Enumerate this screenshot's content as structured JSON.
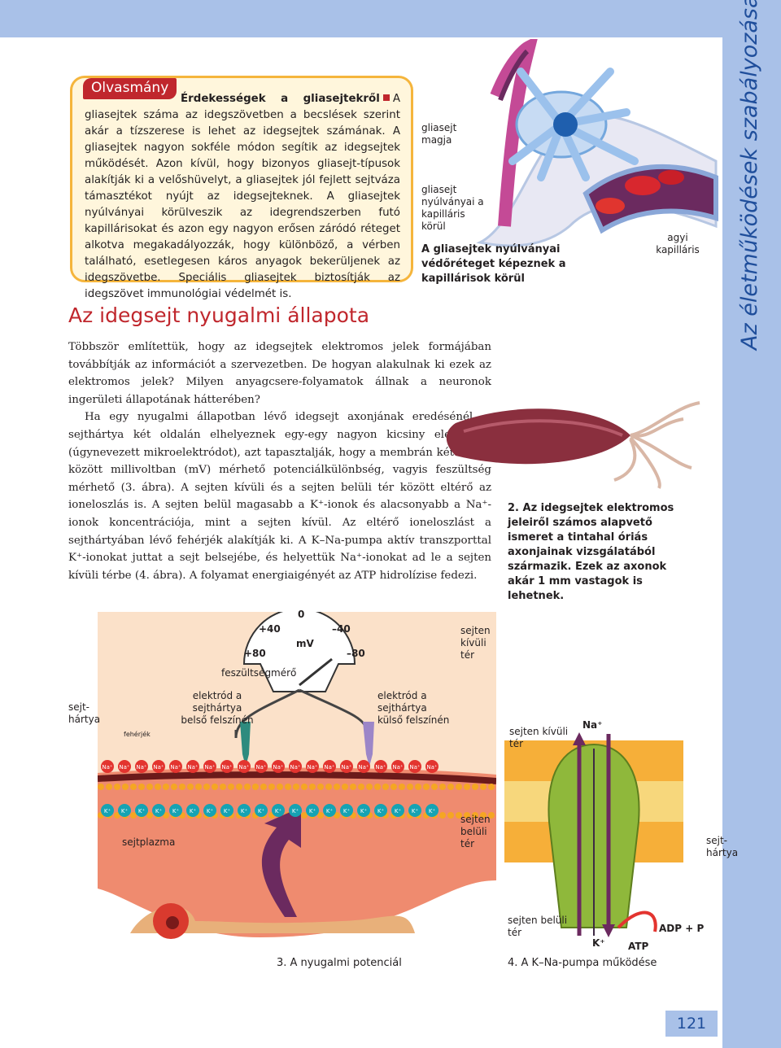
{
  "side_title": "Az életműködések szabályozása",
  "page_number": "121",
  "reading": {
    "tab": "Olvasmány",
    "title": "Érdekességek a gliasejtekről",
    "text": "A gliasejtek száma az idegszövetben a becslések szerint akár a tízszerese is lehet az idegsejtek számának. A gliasejtek nagyon sokféle módon segítik az idegsejtek működését. Azon kívül, hogy bizonyos gliasejt-típusok alakítják ki a velőshüvelyt, a gliasejtek jól fejlett sejtváza támasztékot nyújt az idegsejteknek. A gliasejtek nyúlványai körülveszik az idegrendszerben futó kapillárisokat és azon egy nagyon erősen záródó réteget alkotva megakadályozzák, hogy különböző, a vérben található, esetlegesen káros anyagok bekerüljenek az idegszövetbe. Speciális gliasejtek biztosítják az idegszövet immunológiai védelmét is."
  },
  "glia_figure": {
    "label_nucleus": "gliasejt magja",
    "label_processes": "gliasejt nyúlványai a kapilláris körül",
    "label_capillary": "agyi kapilláris",
    "caption": "A gliasejtek nyúlványai védőréteget képeznek a kapillárisok körül"
  },
  "heading": "Az idegsejt nyugalmi állapota",
  "paragraphs": [
    "Többször említettük, hogy az idegsejtek elektromos jelek formájában továbbítják az információt a szervezetben. De hogyan alakulnak ki ezek az elektromos jelek? Milyen anyagcsere-folyamatok állnak a neuronok ingerületi állapotának hátterében?",
    "Ha egy nyugalmi állapotban lévő idegsejt axonjának eredésénél, a sejthártya két oldalán elhelyeznek egy-egy nagyon kicsiny elektródot (úgynevezett mikroelektródot), azt tapasztalják, hogy a membrán két oldala között millivoltban (mV) mérhető potenciálkülönbség, vagyis feszültség mérhető (3. ábra). A sejten kívüli és a sejten belüli tér között eltérő az ioneloszlás is. A sejten belül magasabb a K⁺-ionok és alacsonyabb a Na⁺-ionok koncentrációja, mint a sejten kívül. Az eltérő ioneloszlást a sejthártyában lévő fehérjék alakítják ki. A K–Na-pumpa aktív transzporttal K⁺-ionokat juttat a sejt belsejébe, és helyettük Na⁺-ionokat ad le a sejten kívüli térbe (4. ábra). A folyamat energiaigényét az ATP hidrolízise fedezi."
  ],
  "squid_caption": "2. Az idegsejtek elektromos jeleiről számos alapvető ismeret a tintahal óriás axonjainak vizsgálatából származik. Ezek az axonok akár 1 mm vastagok is lehetnek.",
  "fig3": {
    "meter_ticks": [
      "0",
      "+40",
      "–40",
      "+80",
      "–80"
    ],
    "unit": "mV",
    "meter_label": "feszültségmérő",
    "outside": "sejten kívüli tér",
    "membrane": "sejt-hártya",
    "electrode_in": "elektród a sejthártya belső felszínén",
    "electrode_out": "elektród a sejthártya külső felszínén",
    "protein": "fehérjék",
    "cytoplasm": "sejtplazma",
    "caption": "3. A nyugalmi potenciál",
    "na": "Na⁺",
    "k": "K⁺"
  },
  "fig4": {
    "outside": "sejten kívüli tér",
    "inside_top": "sejten belüli tér",
    "inside_bottom": "sejten belüli tér",
    "membrane": "sejt-hártya",
    "na": "Na⁺",
    "k": "K⁺",
    "atp": "ATP",
    "adp": "ADP + P",
    "caption": "4. A K–Na-pumpa működése"
  },
  "colors": {
    "band": "#a9c1e8",
    "accent": "#c0272d",
    "box_border": "#f5b53c",
    "box_fill": "#fff6dc"
  }
}
